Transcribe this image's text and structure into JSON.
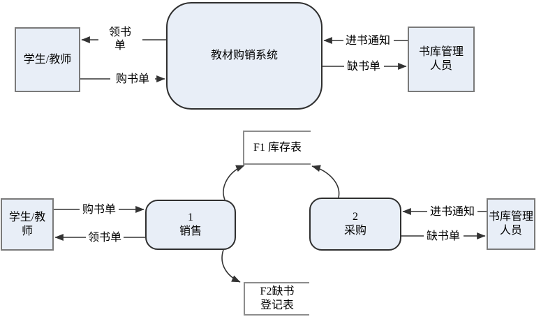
{
  "context_diagram": {
    "student_entity": {
      "label": "学生/教师"
    },
    "system_process": {
      "label": "教材购销系统"
    },
    "warehouse_entity": {
      "line1": "书库管理",
      "line2": "人员"
    },
    "flows": {
      "receive_list": {
        "line1": "领书",
        "line2": "单"
      },
      "purchase_list": {
        "label": "购书单"
      },
      "arrival_notice": {
        "label": "进书通知"
      },
      "shortage_list": {
        "label": "缺书单"
      }
    }
  },
  "level1_diagram": {
    "student_entity": {
      "line1": "学生/教",
      "line2": "师"
    },
    "sales_process": {
      "number": "1",
      "name": "销售"
    },
    "purchase_process": {
      "number": "2",
      "name": "采购"
    },
    "inventory_store": {
      "label": "F1 库存表"
    },
    "shortage_store": {
      "line1": "F2缺书",
      "line2": "登记表"
    },
    "warehouse_entity": {
      "line1": "书库管理",
      "line2": "人员"
    },
    "flows": {
      "purchase_list": {
        "label": "购书单"
      },
      "receive_list": {
        "label": "领书单"
      },
      "arrival_notice": {
        "label": "进书通知"
      },
      "shortage_list": {
        "label": "缺书单"
      }
    }
  },
  "colors": {
    "node_fill": "#e8eef7",
    "entity_border": "#7a7a7a",
    "process_border": "#2f2f2f",
    "store_border": "#8c8c8c",
    "line": "#333333",
    "text": "#000000",
    "background": "#ffffff"
  }
}
